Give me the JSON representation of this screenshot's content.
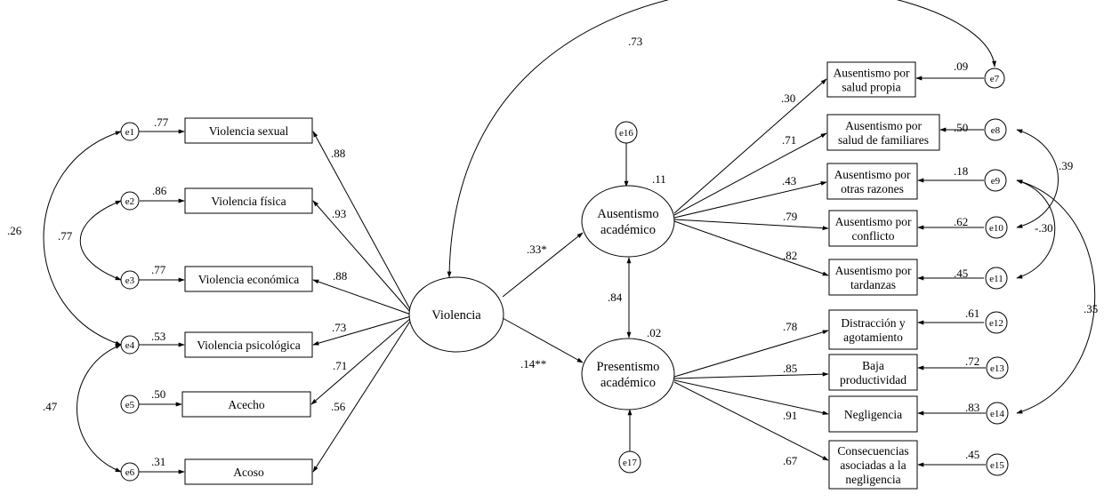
{
  "indicators": [
    {
      "id": "b-vsex",
      "label": "Violencia sexual"
    },
    {
      "id": "b-vfis",
      "label": "Violencia física"
    },
    {
      "id": "b-veco",
      "label": "Violencia económica"
    },
    {
      "id": "b-vpsi",
      "label": "Violencia psicológica"
    },
    {
      "id": "b-ace",
      "label": "Acecho"
    },
    {
      "id": "b-aco",
      "label": "Acoso"
    },
    {
      "id": "b-asp",
      "label": "Ausentismo por\nsalud propia"
    },
    {
      "id": "b-asf",
      "label": "Ausentismo por\nsalud de familiares"
    },
    {
      "id": "b-aor",
      "label": "Ausentismo por\notras razones"
    },
    {
      "id": "b-aco2",
      "label": "Ausentismo por\nconflicto"
    },
    {
      "id": "b-atar",
      "label": "Ausentismo por\ntardanzas"
    },
    {
      "id": "b-dis",
      "label": "Distracción y\nagotamiento"
    },
    {
      "id": "b-baj",
      "label": "Baja\nproductividad"
    },
    {
      "id": "b-neg",
      "label": "Negligencia"
    },
    {
      "id": "b-con",
      "label": "Consecuencias\nasociadas a la\nnegligencia"
    }
  ],
  "latents": [
    {
      "id": "l-vio",
      "label": "Violencia"
    },
    {
      "id": "l-aus",
      "label": "Ausentismo\nacadémico"
    },
    {
      "id": "l-pre",
      "label": "Presentismo\nacadémico"
    }
  ],
  "errors": [
    {
      "id": "e1",
      "label": "e1"
    },
    {
      "id": "e2",
      "label": "e2"
    },
    {
      "id": "e3",
      "label": "e3"
    },
    {
      "id": "e4",
      "label": "e4"
    },
    {
      "id": "e5",
      "label": "e5"
    },
    {
      "id": "e6",
      "label": "e6"
    },
    {
      "id": "e7",
      "label": "e7"
    },
    {
      "id": "e8",
      "label": "e8"
    },
    {
      "id": "e9",
      "label": "e9"
    },
    {
      "id": "e10",
      "label": "e10"
    },
    {
      "id": "e11",
      "label": "e11"
    },
    {
      "id": "e12",
      "label": "e12"
    },
    {
      "id": "e13",
      "label": "e13"
    },
    {
      "id": "e14",
      "label": "e14"
    },
    {
      "id": "e15",
      "label": "e15"
    },
    {
      "id": "e16",
      "label": "e16"
    },
    {
      "id": "e17",
      "label": "e17"
    }
  ],
  "coefficients": [
    {
      "id": "c-e1",
      "text": ".77"
    },
    {
      "id": "c-e2",
      "text": ".86"
    },
    {
      "id": "c-e3",
      "text": ".77"
    },
    {
      "id": "c-e4",
      "text": ".53"
    },
    {
      "id": "c-e5",
      "text": ".50"
    },
    {
      "id": "c-e6",
      "text": ".31"
    },
    {
      "id": "c-l1",
      "text": ".88"
    },
    {
      "id": "c-l2",
      "text": ".93"
    },
    {
      "id": "c-l3",
      "text": ".88"
    },
    {
      "id": "c-l4",
      "text": ".73"
    },
    {
      "id": "c-l5",
      "text": ".71"
    },
    {
      "id": "c-l6",
      "text": ".56"
    },
    {
      "id": "c-cov14",
      "text": ".26"
    },
    {
      "id": "c-cov23",
      "text": ".77"
    },
    {
      "id": "c-cov46",
      "text": ".47"
    },
    {
      "id": "c-va",
      "text": ".33*"
    },
    {
      "id": "c-vp",
      "text": ".14**"
    },
    {
      "id": "c-ap",
      "text": ".84"
    },
    {
      "id": "c-r2a",
      "text": ".11"
    },
    {
      "id": "c-r2p",
      "text": ".02"
    },
    {
      "id": "c-cov7",
      "text": ".73"
    },
    {
      "id": "c-a1",
      "text": ".30"
    },
    {
      "id": "c-a2",
      "text": ".71"
    },
    {
      "id": "c-a3",
      "text": ".43"
    },
    {
      "id": "c-a4",
      "text": ".79"
    },
    {
      "id": "c-a5",
      "text": ".82"
    },
    {
      "id": "c-p1",
      "text": ".78"
    },
    {
      "id": "c-p2",
      "text": ".85"
    },
    {
      "id": "c-p3",
      "text": ".91"
    },
    {
      "id": "c-p4",
      "text": ".67"
    },
    {
      "id": "c-e7",
      "text": ".09"
    },
    {
      "id": "c-e8",
      "text": ".50"
    },
    {
      "id": "c-e9",
      "text": ".18"
    },
    {
      "id": "c-e10",
      "text": ".62"
    },
    {
      "id": "c-e11",
      "text": ".45"
    },
    {
      "id": "c-e12",
      "text": ".61"
    },
    {
      "id": "c-e13",
      "text": ".72"
    },
    {
      "id": "c-e14",
      "text": ".83"
    },
    {
      "id": "c-e15",
      "text": ".45"
    },
    {
      "id": "c-cov810",
      "text": ".39"
    },
    {
      "id": "c-cov911",
      "text": "-.30"
    },
    {
      "id": "c-cov914",
      "text": ".35"
    }
  ]
}
